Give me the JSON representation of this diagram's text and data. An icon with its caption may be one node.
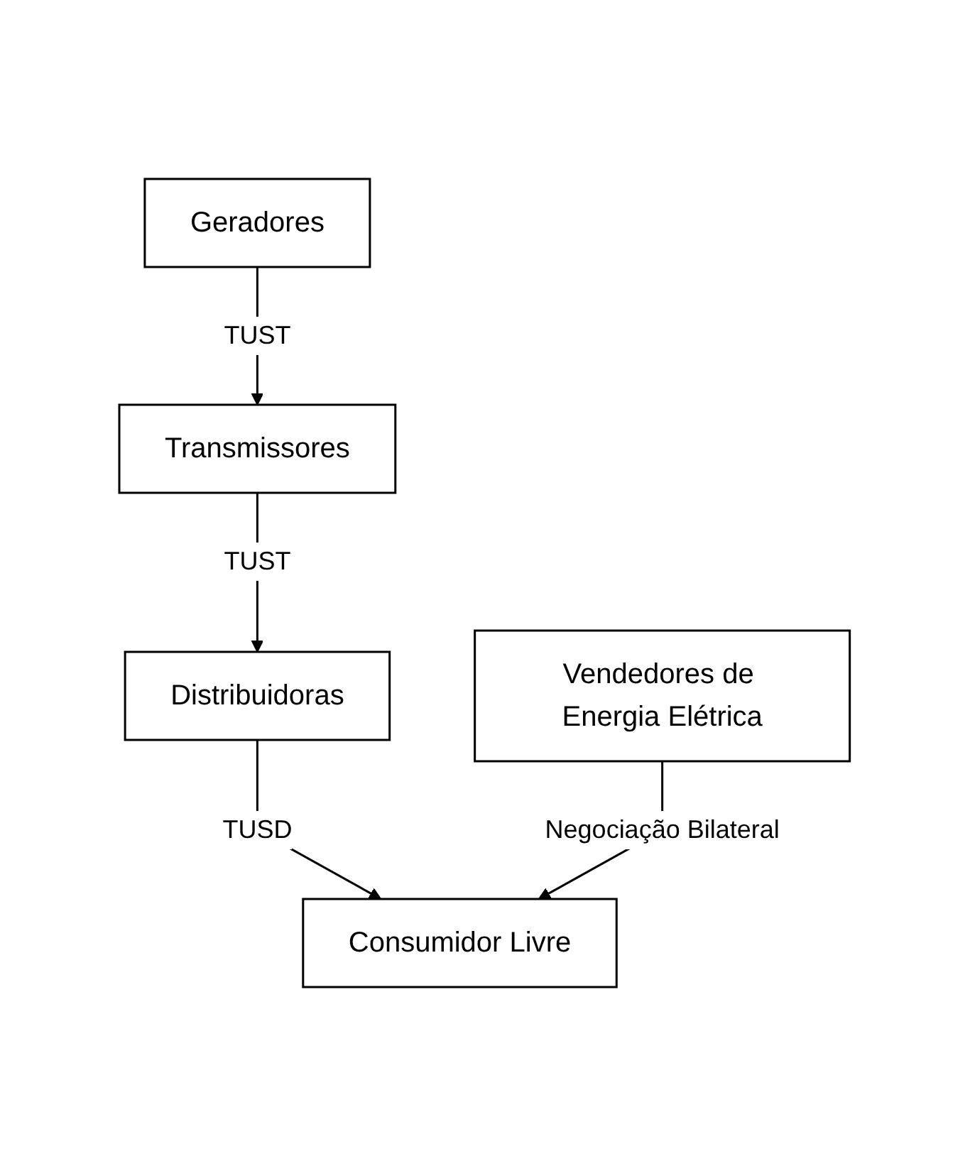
{
  "diagram": {
    "nodes": [
      {
        "text": [
          "Vendedores de Energia Elétrica"
        ]
      },
      {
        "text": [
          "Geradores"
        ]
      },
      {
        "text": [
          "Transmissores"
        ]
      },
      {
        "text": [
          "Distribuidoras"
        ]
      },
      {
        "text": [
          "Consumidor Livre"
        ]
      }
    ],
    "edges": [
      {
        "from": 1,
        "to": 2,
        "arrow": "to",
        "label": "TUST"
      },
      {
        "from": 2,
        "to": 3,
        "arrow": "to",
        "label": "TUST"
      },
      {
        "from": 3,
        "to": 4,
        "arrow": "to",
        "label": "TUSD"
      },
      {
        "from": 0,
        "to": 4,
        "arrow": "to",
        "label": "Negociação Bilateral"
      }
    ]
  }
}
